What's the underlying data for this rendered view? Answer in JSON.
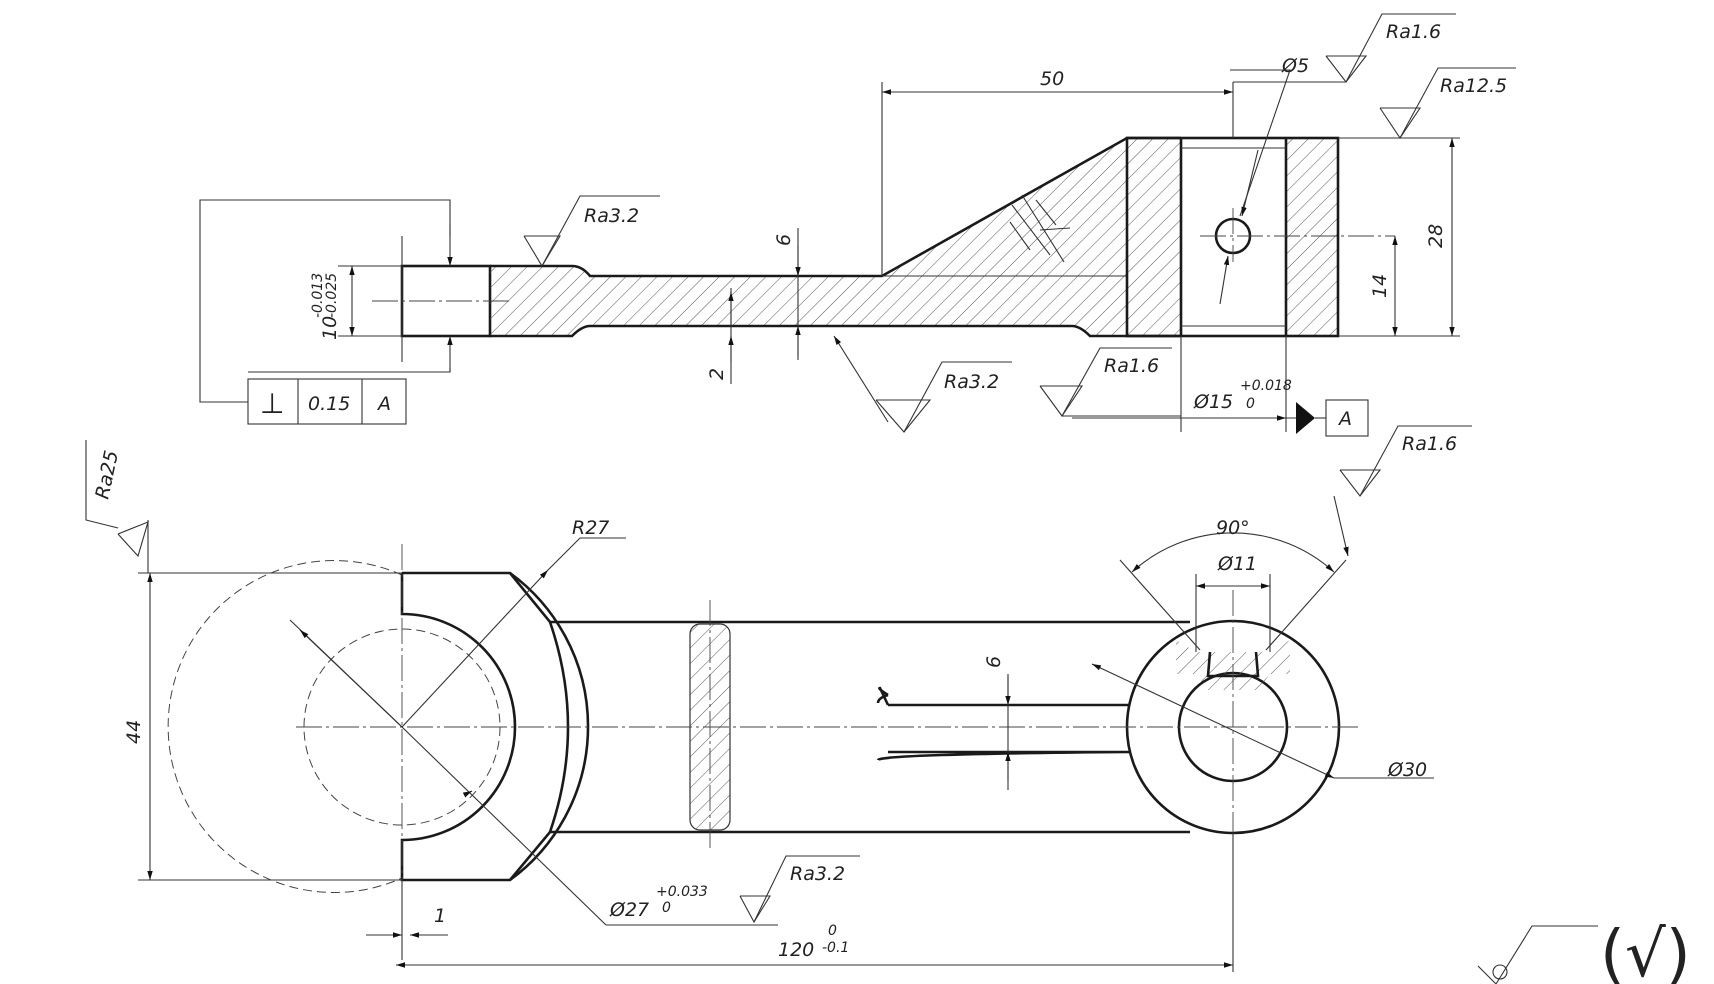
{
  "view_top": {
    "dimensions": {
      "d50": "50",
      "d6": "6",
      "d2": "2",
      "d28": "28",
      "d14": "14",
      "d10_main": "10",
      "d10_upper": "-0.013",
      "d10_lower": "-0.025"
    },
    "bore": {
      "label": "Ø5",
      "main": "Ø15",
      "upper": "+0.018",
      "lower": "0"
    },
    "tolerance_frame": {
      "symbol": "⊥",
      "value": "0.15",
      "datum": "A"
    },
    "datum_label": "A",
    "roughness": {
      "upper_left": "Ra3.2",
      "bottom_middle": "Ra3.2",
      "bottom_right": "Ra1.6",
      "top_hole": "Ra1.6",
      "top_right": "Ra12.5"
    }
  },
  "view_front": {
    "dimensions": {
      "d44": "44",
      "r27": "R27",
      "d1": "1",
      "angle": "90°",
      "d11": "Ø11",
      "d6": "6",
      "d30": "Ø30",
      "len_main": "120",
      "len_upper": "0",
      "len_lower": "-0.1",
      "d27_main": "Ø27",
      "d27_upper": "+0.033",
      "d27_lower": "0"
    },
    "roughness": {
      "left": "Ra25",
      "bottom": "Ra3.2",
      "right": "Ra1.6"
    }
  },
  "other_roughness_note": "(√)",
  "colors": {
    "line": "#1a1a1a",
    "background": "#ffffff"
  }
}
